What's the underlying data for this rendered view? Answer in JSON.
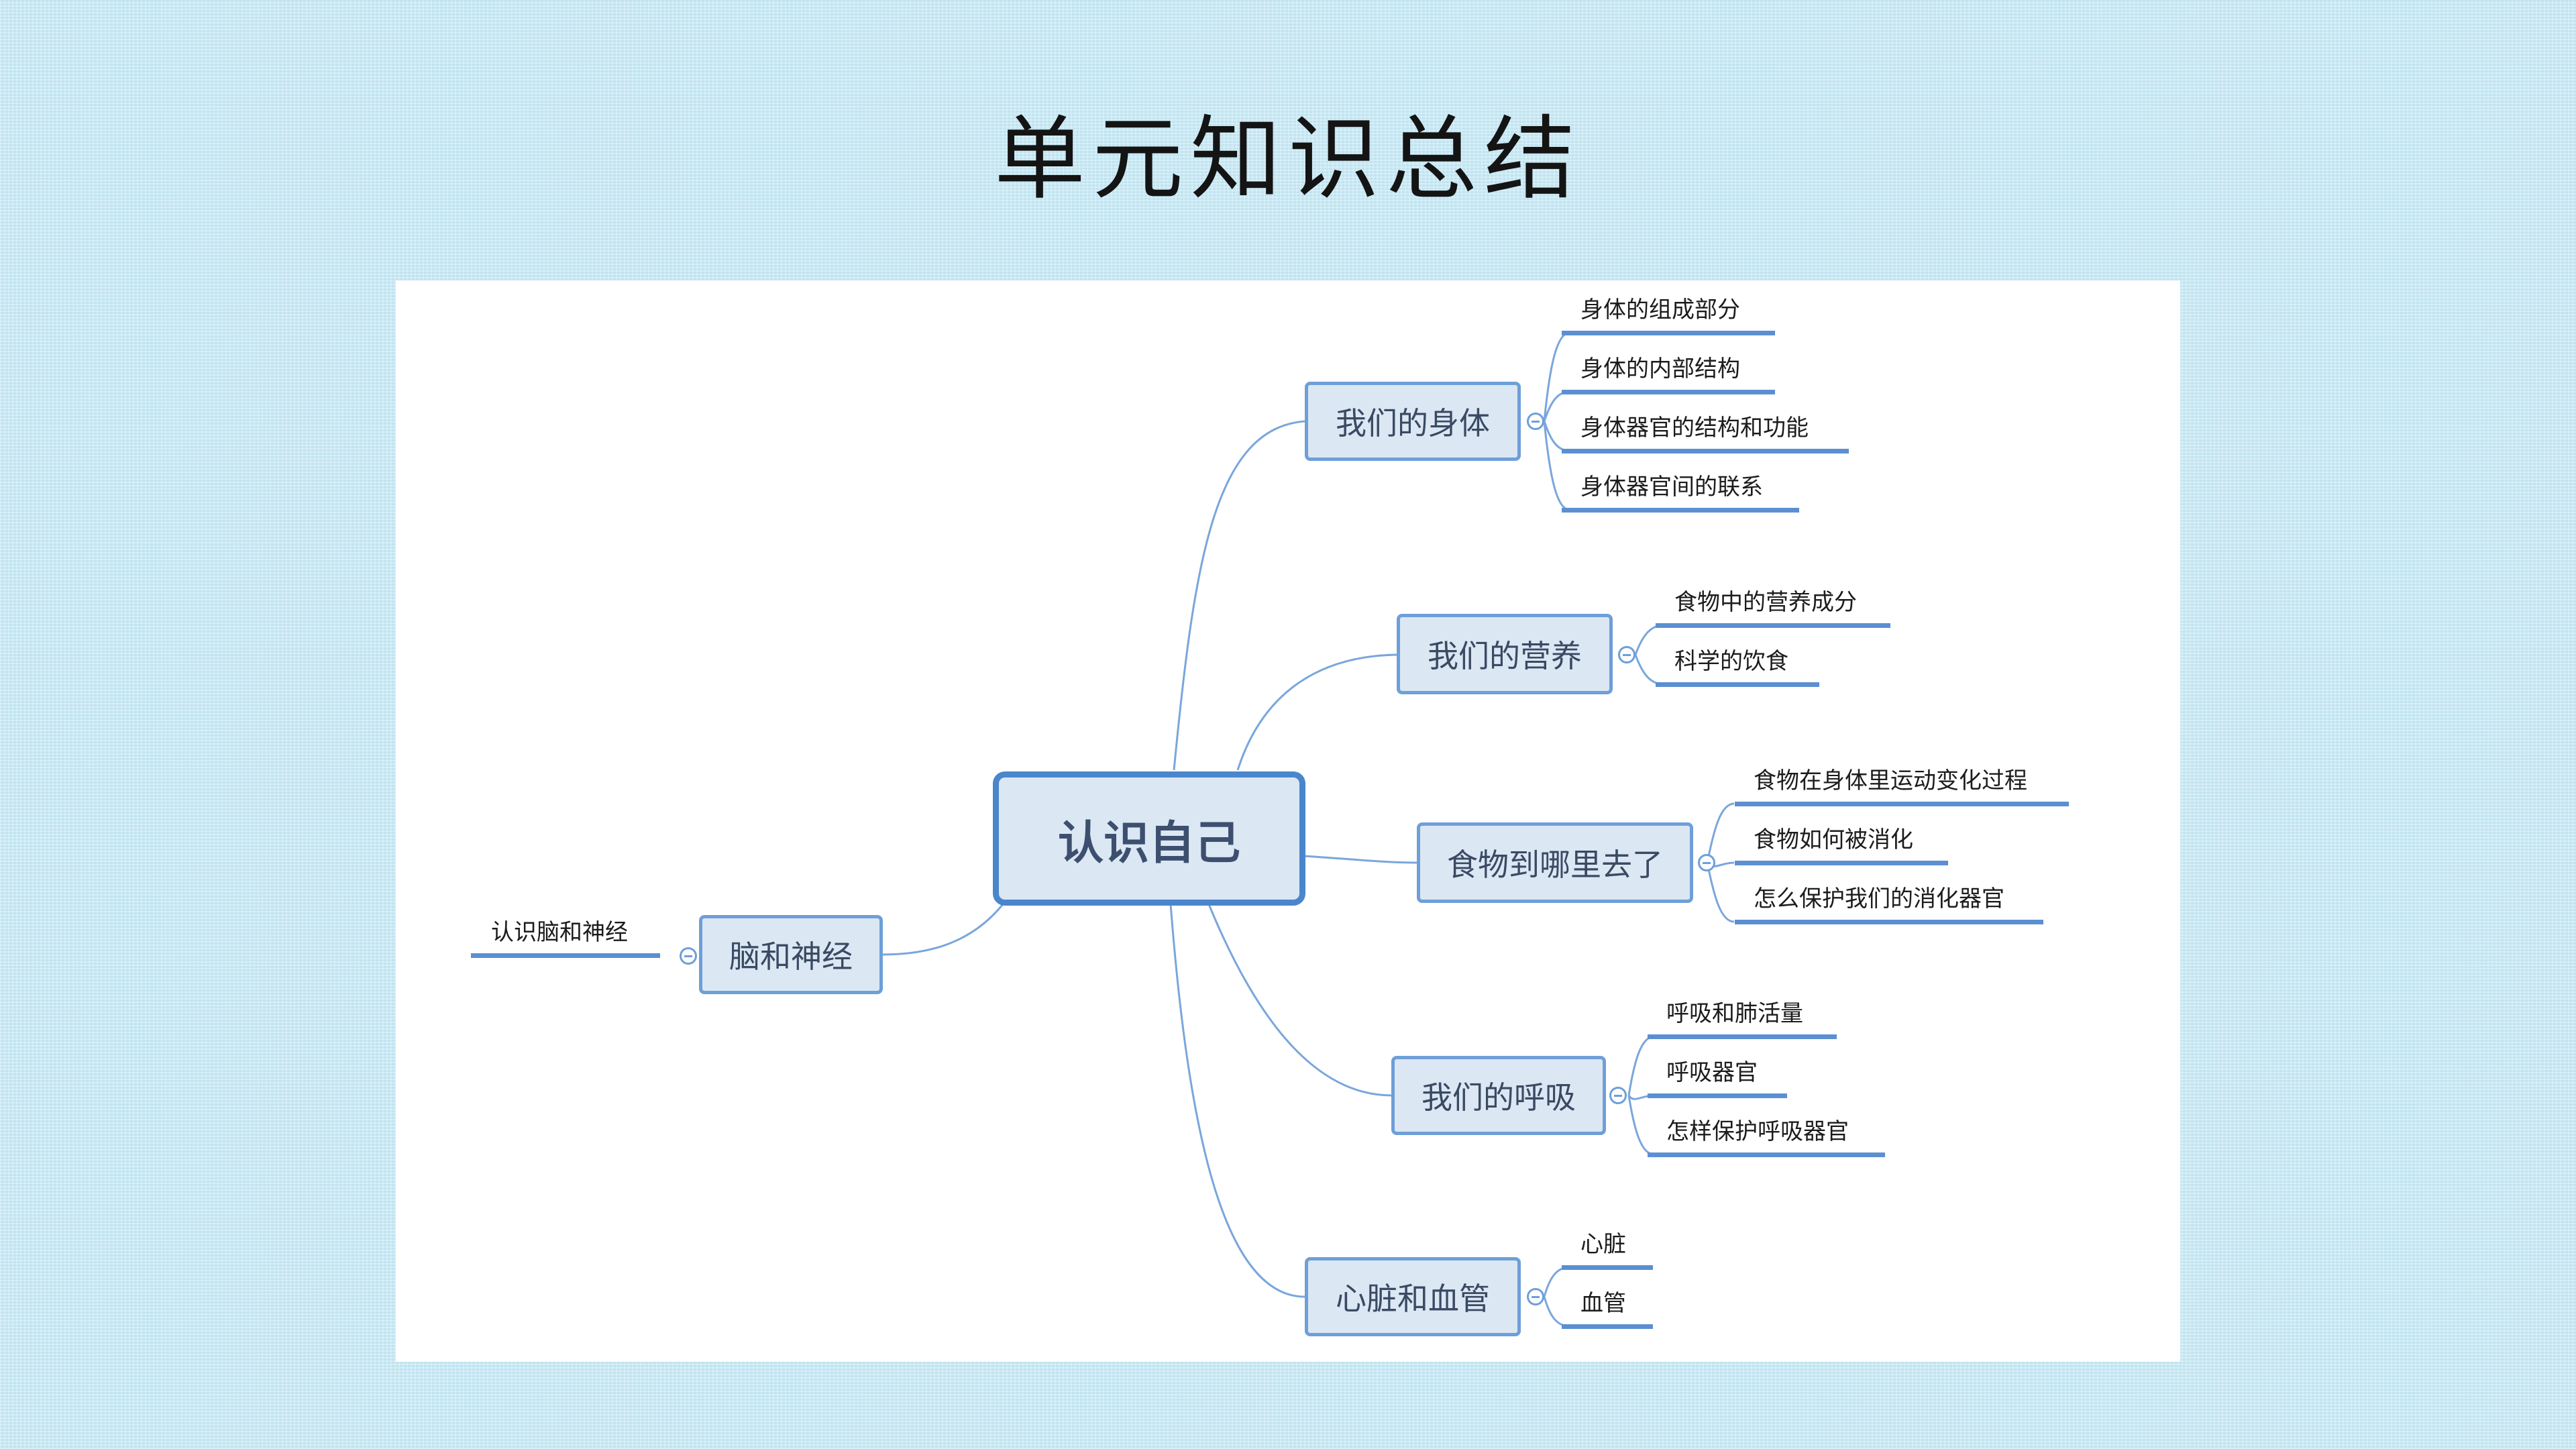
{
  "title": "单元知识总结",
  "mindmap": {
    "central": "认识自己",
    "left_branch": {
      "label": "脑和神经",
      "children": [
        "认识脑和神经"
      ]
    },
    "right_branches": [
      {
        "label": "我们的身体",
        "children": [
          "身体的组成部分",
          "身体的内部结构",
          "身体器官的结构和功能",
          "身体器官间的联系"
        ]
      },
      {
        "label": "我们的营养",
        "children": [
          "食物中的营养成分",
          "科学的饮食"
        ]
      },
      {
        "label": "食物到哪里去了",
        "children": [
          "食物在身体里运动变化过程",
          "食物如何被消化",
          "怎么保护我们的消化器官"
        ]
      },
      {
        "label": "我们的呼吸",
        "children": [
          "呼吸和肺活量",
          "呼吸器官",
          "怎样保护呼吸器官"
        ]
      },
      {
        "label": "心脏和血管",
        "children": [
          "心脏",
          "血管"
        ]
      }
    ]
  },
  "colors": {
    "background": "#cbeaf5",
    "node_fill": "#dce7f4",
    "node_border": "#6e9fd8",
    "central_border": "#4a86cc",
    "connector": "#7aa6dc",
    "leaf_underline": "#5b8fd2"
  }
}
